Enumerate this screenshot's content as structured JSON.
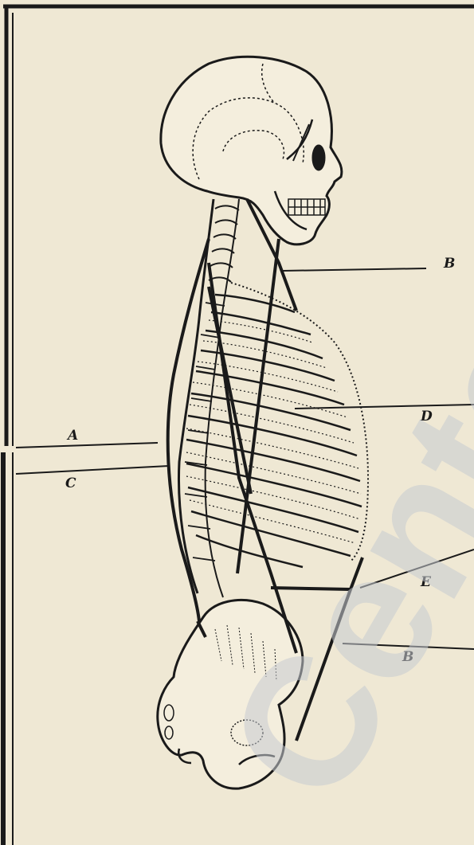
{
  "colors": {
    "paper": "#efe8d4",
    "ink": "#1a1a1a",
    "watermark": "#c7cbd1"
  },
  "labels": {
    "b_upper": "B",
    "a": "A",
    "c": "C",
    "d": "D",
    "e": "E",
    "b_lower": "B"
  },
  "watermark_text": "Center"
}
